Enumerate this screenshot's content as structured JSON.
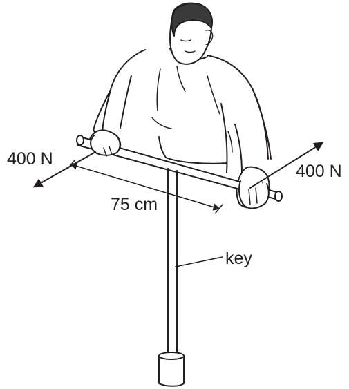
{
  "labels": {
    "force_left": "400 N",
    "force_right": "400 N",
    "length": "75 cm",
    "key": "key"
  },
  "colors": {
    "ink": "#231f20",
    "hair": "#3a3a3a",
    "background": "#ffffff"
  }
}
